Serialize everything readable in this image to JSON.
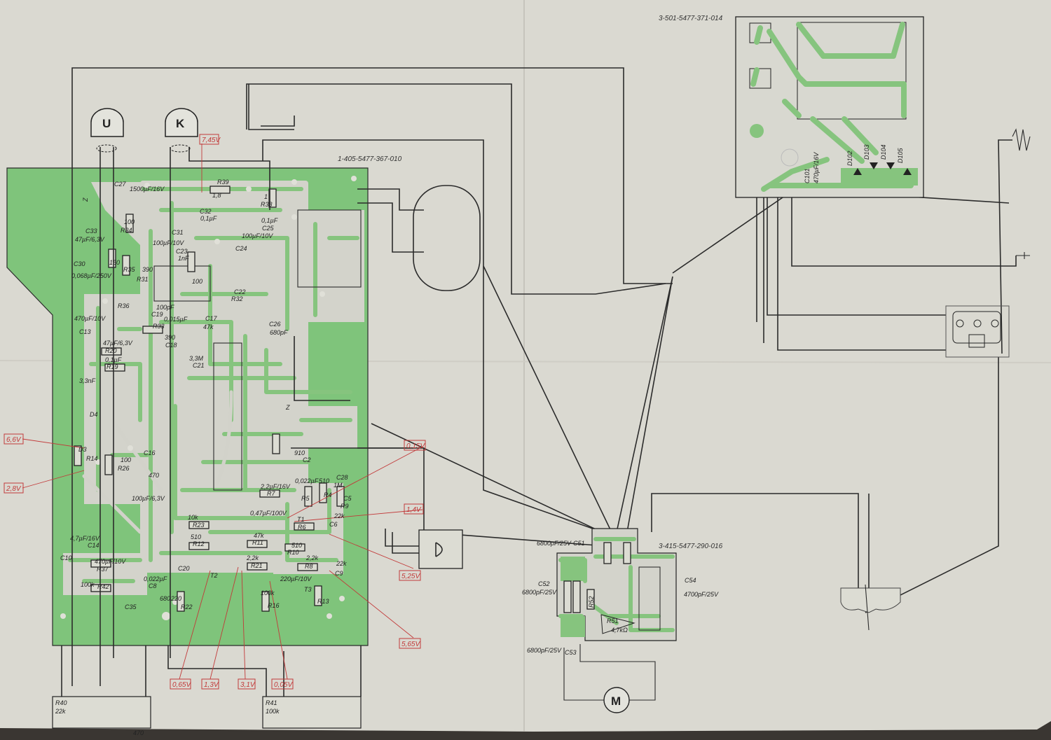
{
  "part_numbers": {
    "main_board": "1-405-5477-367-010",
    "top_right_board": "3-501-5477-371-014",
    "motor_board": "3-415-5477-290-016"
  },
  "sensors": {
    "u": "U",
    "k": "K"
  },
  "motor": "M",
  "potentiometers": [
    {
      "ref": "R40",
      "value": "22k"
    },
    {
      "ref": "R41",
      "value": "100k"
    }
  ],
  "voltages": [
    "7,45V",
    "6,6V",
    "2,8V",
    "0,15V",
    "1,4V",
    "5,25V",
    "5,65V",
    "0,65V",
    "1,3V",
    "3,1V",
    "0,05V"
  ],
  "components": [
    "C27",
    "1500µF/16V",
    "R39",
    "1,8",
    "R38",
    "1",
    "C32",
    "0,1µF",
    "C33",
    "47µF/6,3V",
    "R34",
    "100",
    "C31",
    "100µF/10V",
    "C24",
    "100µF/10V",
    "C25",
    "0,1µF",
    "C30",
    "0,068µF/250V",
    "R35",
    "150",
    "R31",
    "390",
    "C23",
    "1nF",
    "R36",
    "100",
    "R32",
    "C22",
    "100pF",
    "C19",
    "0,015µF",
    "R33",
    "47k",
    "C17",
    "680pF",
    "C26",
    "470µF/10V",
    "C13",
    "47µF/6,3V",
    "R20",
    "390",
    "C18",
    "0,1µF",
    "R19",
    "3,3M",
    "C21",
    "3,3nF",
    "D4",
    "D3",
    "R14",
    "100",
    "R26",
    "470",
    "C16",
    "2,2µF/16V",
    "R7",
    "910",
    "C2",
    "0,47µF/100V",
    "T1",
    "R6",
    "22k",
    "C6",
    "4,7µF/16V",
    "C14",
    "470µF/10V",
    "R37",
    "100k",
    "R42",
    "10k",
    "R23",
    "510",
    "R12",
    "47k",
    "R11",
    "510",
    "R10",
    "2,2k",
    "R21",
    "2,2k",
    "R8",
    "22k",
    "C9",
    "220µF/10V",
    "T2",
    "T3",
    "R13",
    "100k",
    "R16",
    "220",
    "R22",
    "680",
    "C35",
    "0,022µF",
    "C8",
    "100µF/6,3V",
    "C20",
    "C10",
    "C28",
    "C5",
    "0,022µF",
    "R5",
    "510",
    "R4",
    "1M",
    "R9",
    "470"
  ],
  "motor_board_components": [
    "C51",
    "6800pF/25V",
    "C52",
    "6800pF/25V",
    "C53",
    "6800pF/25V",
    "C54",
    "4700pF/25V",
    "R52",
    "R51",
    "4,7kΩ"
  ],
  "top_board_components": [
    "C101",
    "470µF/16V",
    "D102",
    "D103",
    "D104",
    "D105"
  ],
  "misc_marks": [
    "Z",
    "Z"
  ]
}
